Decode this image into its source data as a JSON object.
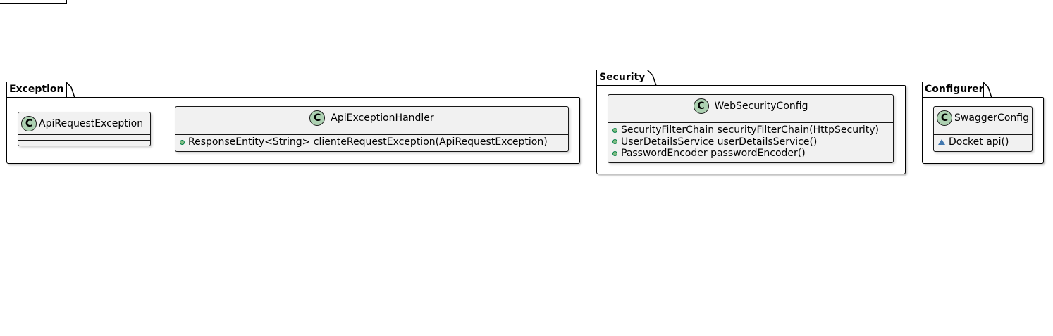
{
  "packages": {
    "exception": {
      "name": "Exception",
      "classes": [
        {
          "name": "ApiRequestException",
          "icon": "C",
          "members": []
        },
        {
          "name": "ApiExceptionHandler",
          "icon": "C",
          "members": [
            {
              "visibility": "public",
              "text": "ResponseEntity<String> clienteRequestException(ApiRequestException)"
            }
          ]
        }
      ]
    },
    "security": {
      "name": "Security",
      "classes": [
        {
          "name": "WebSecurityConfig",
          "icon": "C",
          "members": [
            {
              "visibility": "public",
              "text": "SecurityFilterChain securityFilterChain(HttpSecurity)"
            },
            {
              "visibility": "public",
              "text": "UserDetailsService userDetailsService()"
            },
            {
              "visibility": "public",
              "text": "PasswordEncoder passwordEncoder()"
            }
          ]
        }
      ]
    },
    "configurer": {
      "name": "Configurer",
      "classes": [
        {
          "name": "SwaggerConfig",
          "icon": "C",
          "members": [
            {
              "visibility": "package",
              "text": "Docket api()"
            }
          ]
        }
      ]
    }
  },
  "colors": {
    "class_fill": "#f1f1f1",
    "class_icon": "#add1b2",
    "public_marker": "#84be84",
    "package_marker": "#4177af"
  }
}
